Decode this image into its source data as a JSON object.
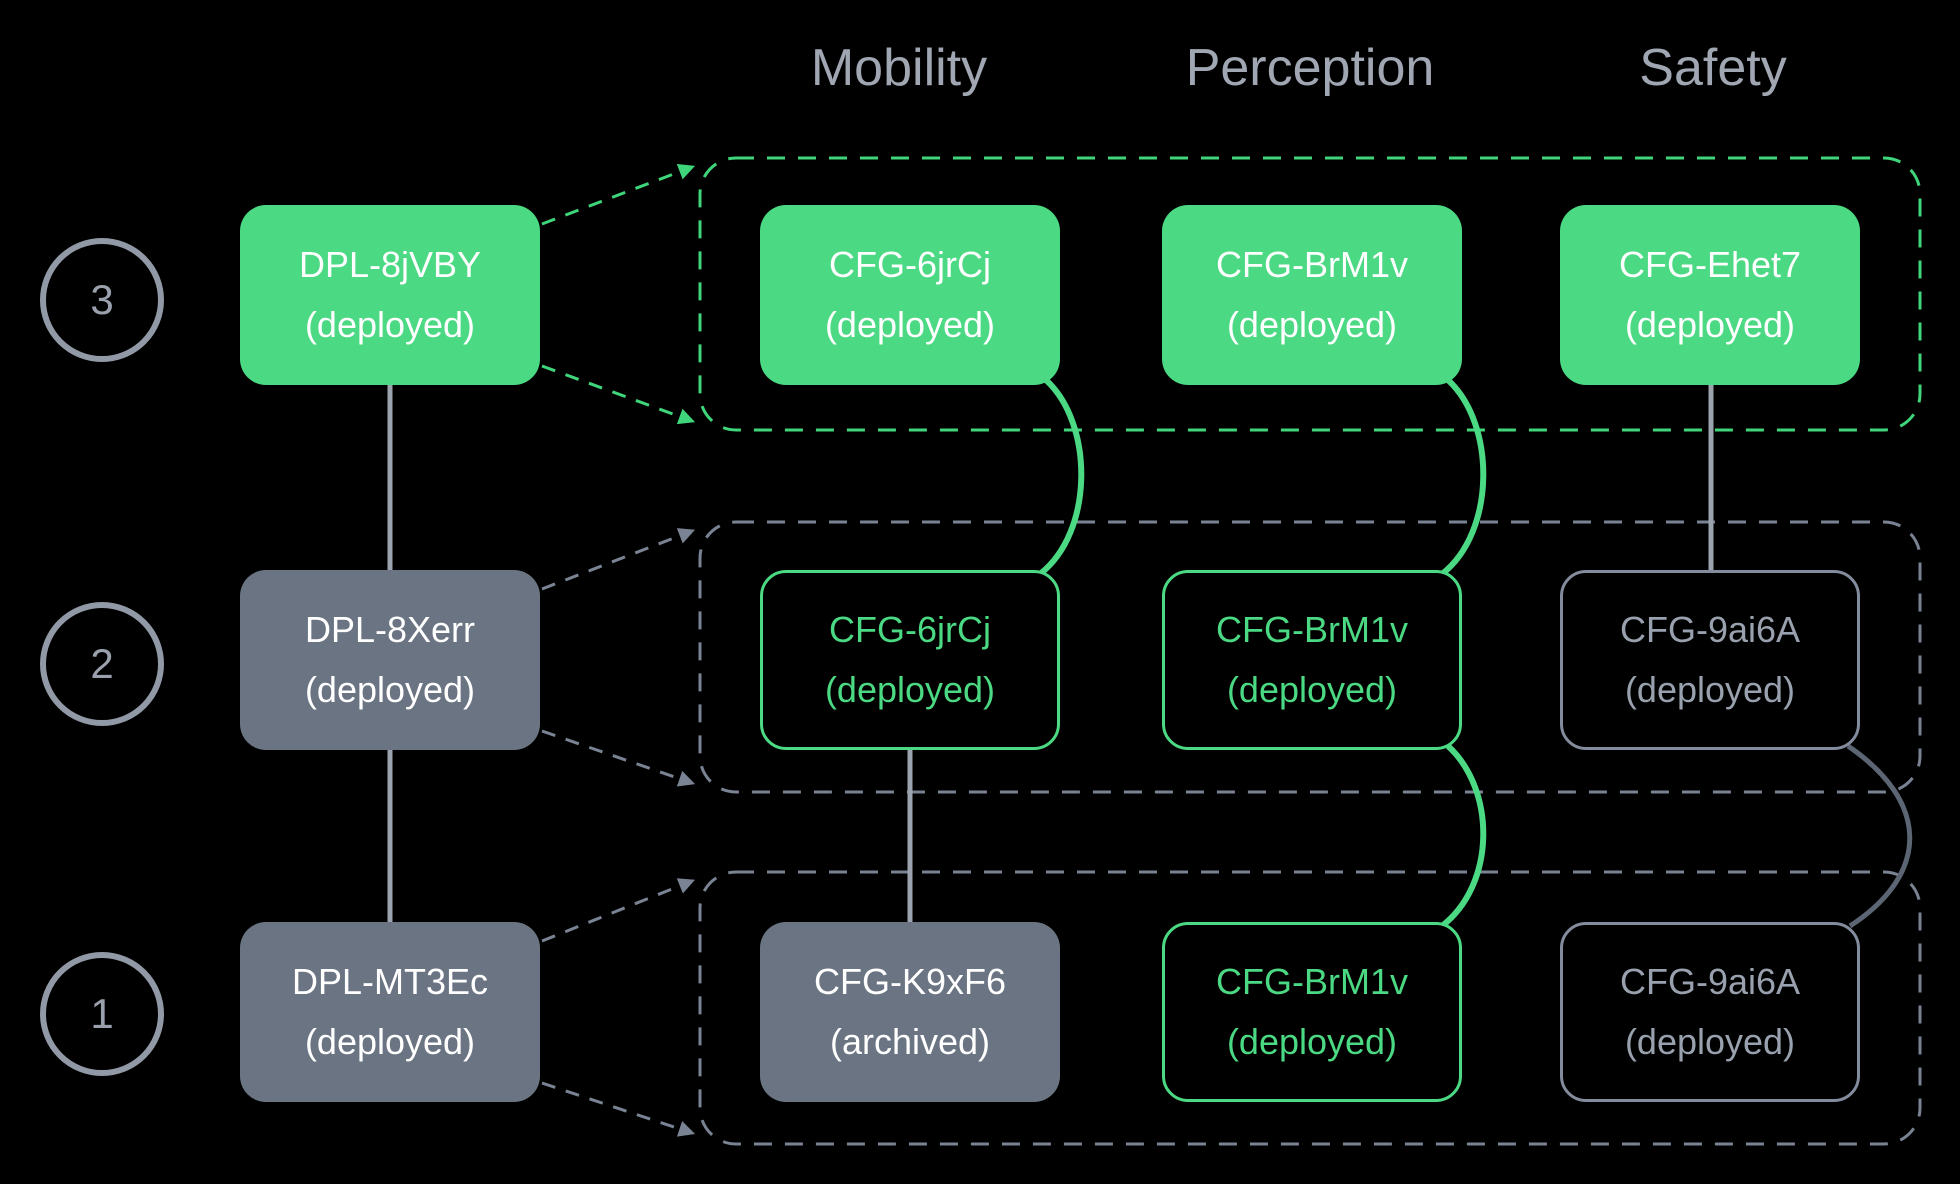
{
  "diagram": {
    "columns": [
      {
        "label": "Mobility"
      },
      {
        "label": "Perception"
      },
      {
        "label": "Safety"
      }
    ],
    "rows": [
      {
        "number": "3",
        "deployment": {
          "id": "DPL-8jVBY",
          "status": "(deployed)"
        },
        "configs": [
          {
            "column": "Mobility",
            "id": "CFG-6jrCj",
            "status": "(deployed)"
          },
          {
            "column": "Perception",
            "id": "CFG-BrM1v",
            "status": "(deployed)"
          },
          {
            "column": "Safety",
            "id": "CFG-Ehet7",
            "status": "(deployed)"
          }
        ]
      },
      {
        "number": "2",
        "deployment": {
          "id": "DPL-8Xerr",
          "status": "(deployed)"
        },
        "configs": [
          {
            "column": "Mobility",
            "id": "CFG-6jrCj",
            "status": "(deployed)"
          },
          {
            "column": "Perception",
            "id": "CFG-BrM1v",
            "status": "(deployed)"
          },
          {
            "column": "Safety",
            "id": "CFG-9ai6A",
            "status": "(deployed)"
          }
        ]
      },
      {
        "number": "1",
        "deployment": {
          "id": "DPL-MT3Ec",
          "status": "(deployed)"
        },
        "configs": [
          {
            "column": "Mobility",
            "id": "CFG-K9xF6",
            "status": "(archived)"
          },
          {
            "column": "Perception",
            "id": "CFG-BrM1v",
            "status": "(deployed)"
          },
          {
            "column": "Safety",
            "id": "CFG-9ai6A",
            "status": "(deployed)"
          }
        ]
      }
    ],
    "colors": {
      "active_green": "#4bd983",
      "node_gray": "#6b7483",
      "outline_gray": "#838c9c",
      "muted_text": "#a0a6b2",
      "connector_light": "#9aa3ae",
      "connector_dark": "#5c6573",
      "background": "#000000"
    }
  }
}
